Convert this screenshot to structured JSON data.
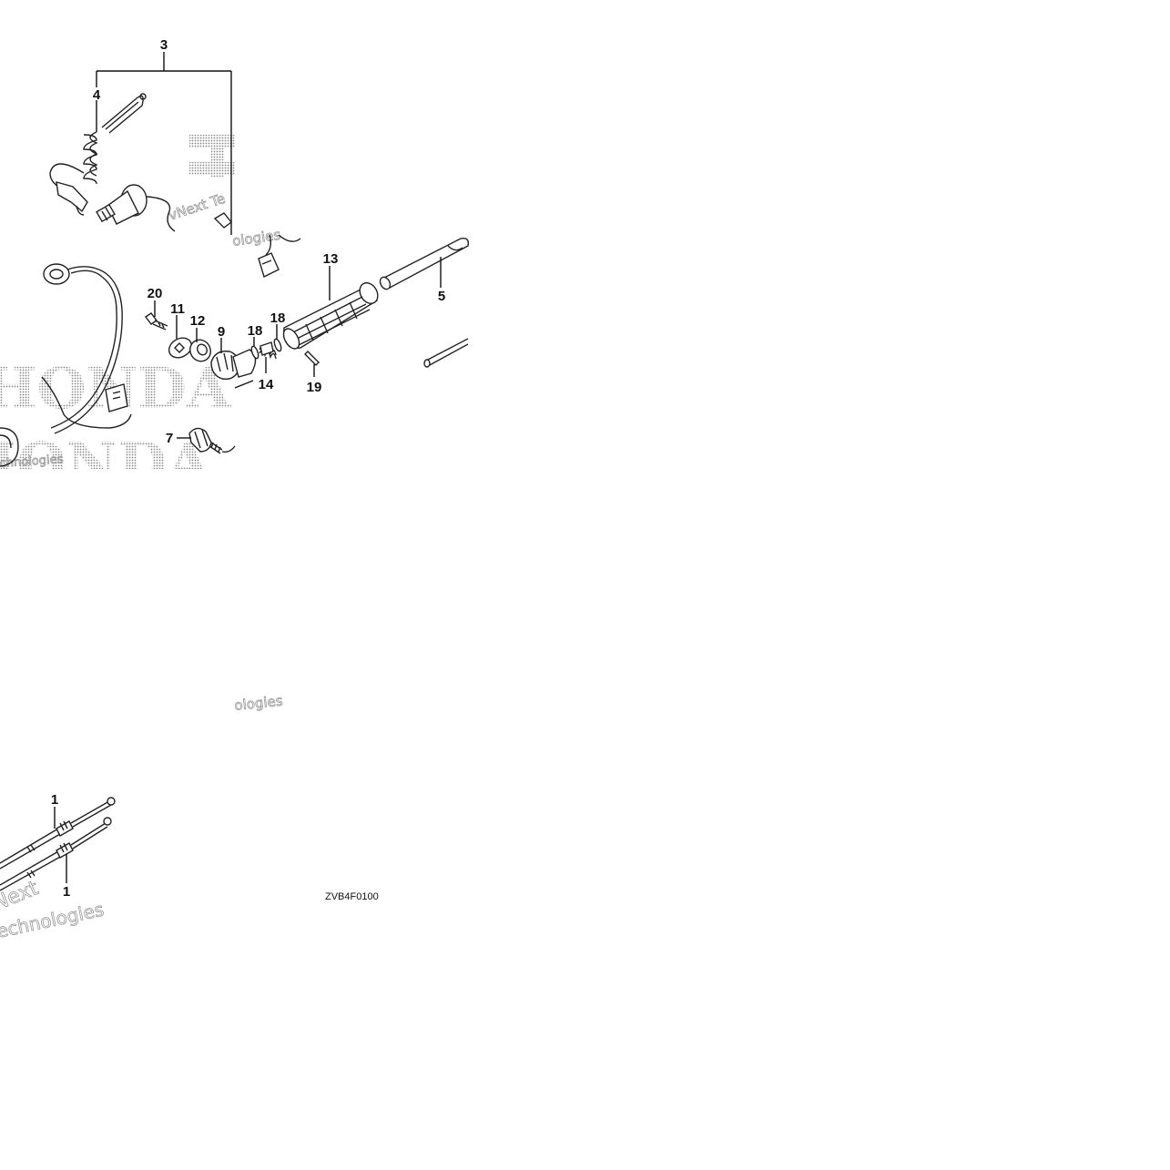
{
  "callouts": {
    "c3": "3",
    "c4": "4",
    "c13": "13",
    "c5": "5",
    "c20": "20",
    "c11": "11",
    "c12": "12",
    "c9": "9",
    "c18a": "18",
    "c18b": "18",
    "c14": "14",
    "c19": "19",
    "c7": "7",
    "c1a": "1",
    "c1b": "1"
  },
  "diagram_code": "ZVB4F0100",
  "watermark": {
    "text": "HONDA",
    "fragments": [
      "vNext Te",
      "ologies",
      "chnologies",
      "Next",
      "echnologies",
      "ologies"
    ]
  },
  "colors": {
    "ink": "#111111",
    "watermark": "#9a9a9a",
    "background": "#ffffff"
  }
}
